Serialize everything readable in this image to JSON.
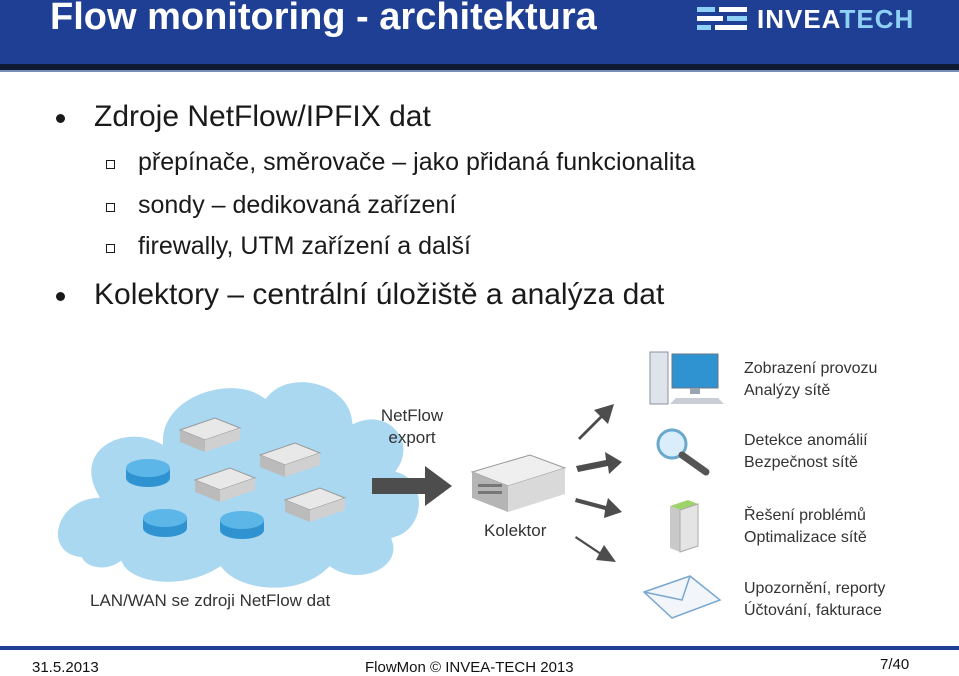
{
  "header": {
    "title": "Flow monitoring - architektura",
    "logo_text_a": "INVEA",
    "logo_text_b": "TECH"
  },
  "bullets": {
    "sources": "Zdroje NetFlow/IPFIX dat",
    "sub": [
      "přepínače, směrovače – jako přidaná funkcionalita",
      "sondy – dedikovaná zařízení",
      "firewally, UTM zařízení a další"
    ],
    "collectors": "Kolektory – centrální úložiště a analýza dat"
  },
  "diagram": {
    "export_line1": "NetFlow",
    "export_line2": "export",
    "collector": "Kolektor",
    "lan_label": "LAN/WAN se zdroji NetFlow dat",
    "outputs": [
      {
        "line1": "Zobrazení provozu",
        "line2": "Analýzy sítě",
        "icon": "computer-icon"
      },
      {
        "line1": "Detekce anomálií",
        "line2": "Bezpečnost sítě",
        "icon": "magnifier-icon"
      },
      {
        "line1": "Řešení problémů",
        "line2": "Optimalizace sítě",
        "icon": "server-tower-icon"
      },
      {
        "line1": "Upozornění, reporty",
        "line2": "Účtování, fakturace",
        "icon": "envelope-icon"
      }
    ]
  },
  "footer": {
    "date": "31.5.2013",
    "center": "FlowMon © INVEA-TECH 2013",
    "page": "7/40"
  },
  "colors": {
    "header_bg": "#1f3f94",
    "cloud": "#a9d8f0",
    "accent": "#2f93d1"
  }
}
